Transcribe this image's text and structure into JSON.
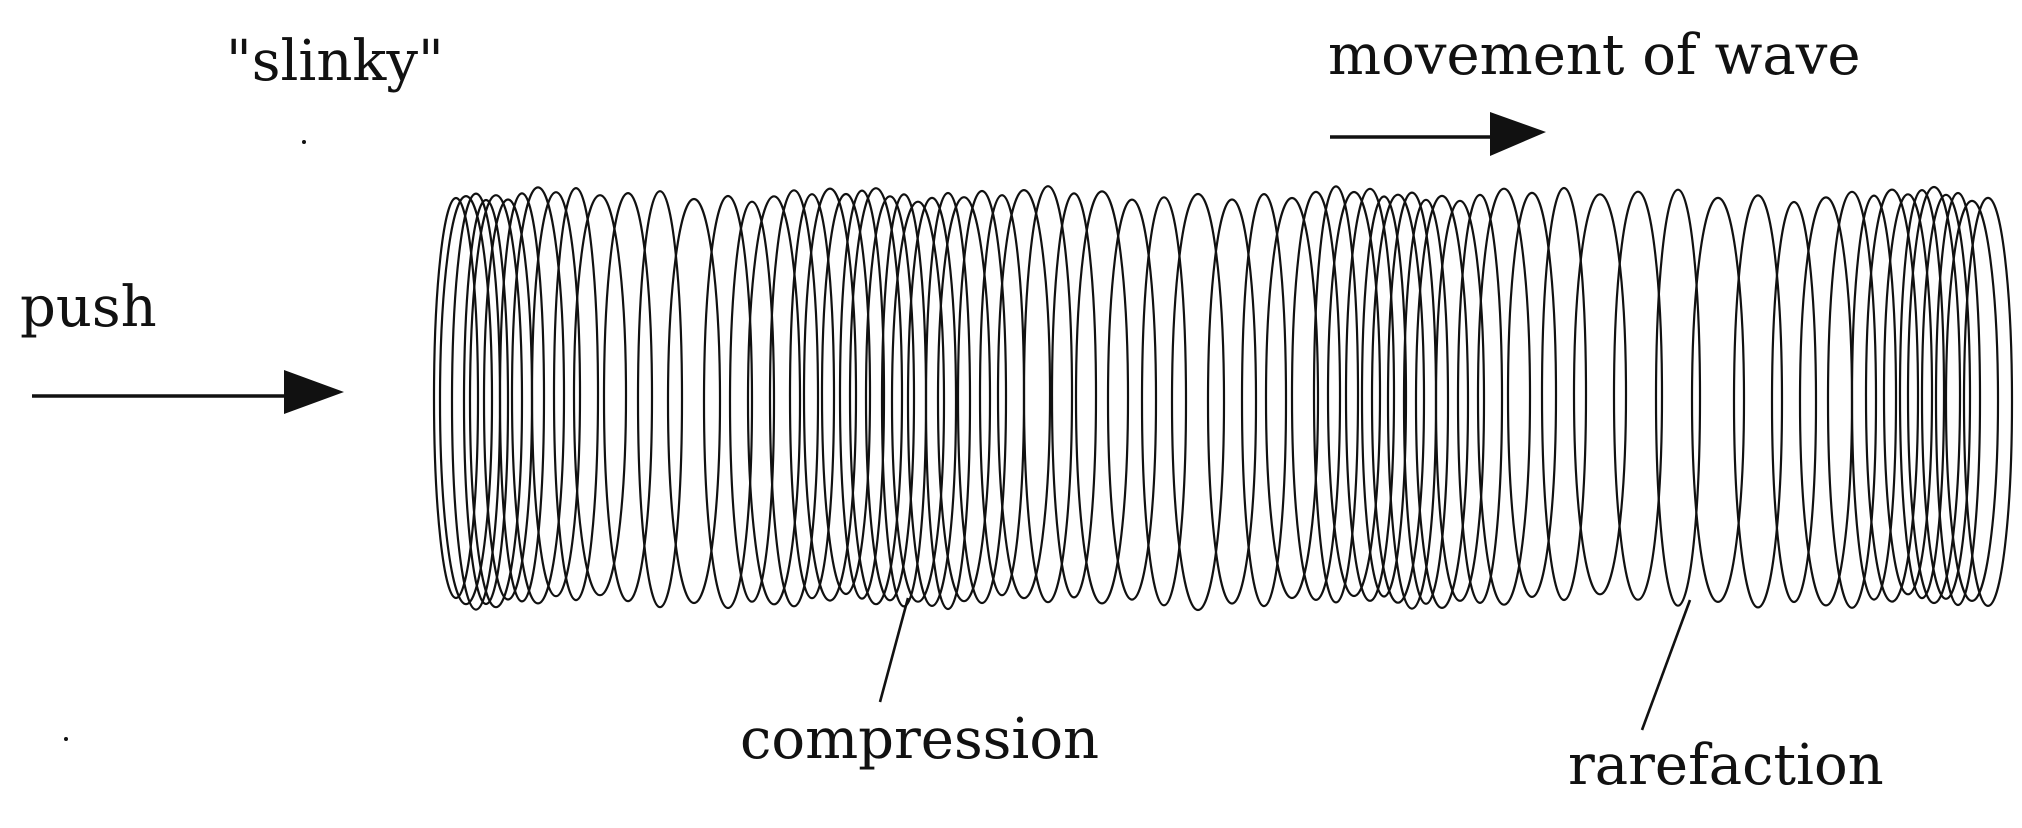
{
  "labels": {
    "slinky": "\"slinky\"",
    "movement": "movement of wave",
    "push": "push",
    "compression": "compression",
    "rarefaction": "rarefaction"
  },
  "colors": {
    "ink": "#111111",
    "background": "#ffffff"
  }
}
